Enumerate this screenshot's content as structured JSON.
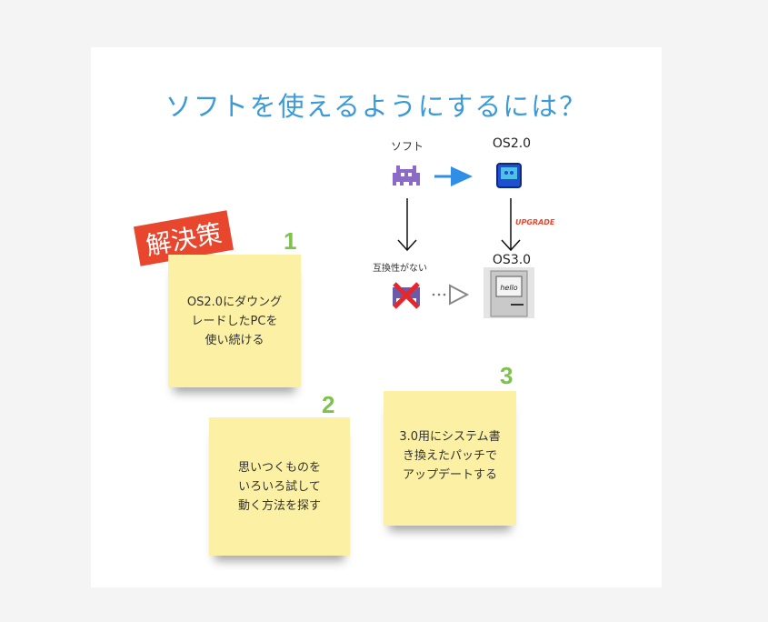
{
  "title": "ソフトを使えるようにするには？",
  "diagram": {
    "software_label": "ソフト",
    "os2_label": "OS2.0",
    "os3_label": "OS3.0",
    "upgrade_label": "UPGRADE",
    "incompatible_label": "互換性がない",
    "mac_screen_text": "hello"
  },
  "solutions_badge": "解決策",
  "notes": [
    {
      "number": "1",
      "text": "OS2.0にダウング\nレードしたPCを\n使い続ける"
    },
    {
      "number": "2",
      "text": "思いつくものを\nいろいろ試して\n動く方法を探す"
    },
    {
      "number": "3",
      "text": "3.0用にシステム書\nき換えたパッチで\nアップデートする"
    }
  ],
  "colors": {
    "title": "#3b9ad8",
    "accent_red": "#e8472e",
    "number_green": "#7cc24b",
    "note": "#fbf0a3"
  }
}
